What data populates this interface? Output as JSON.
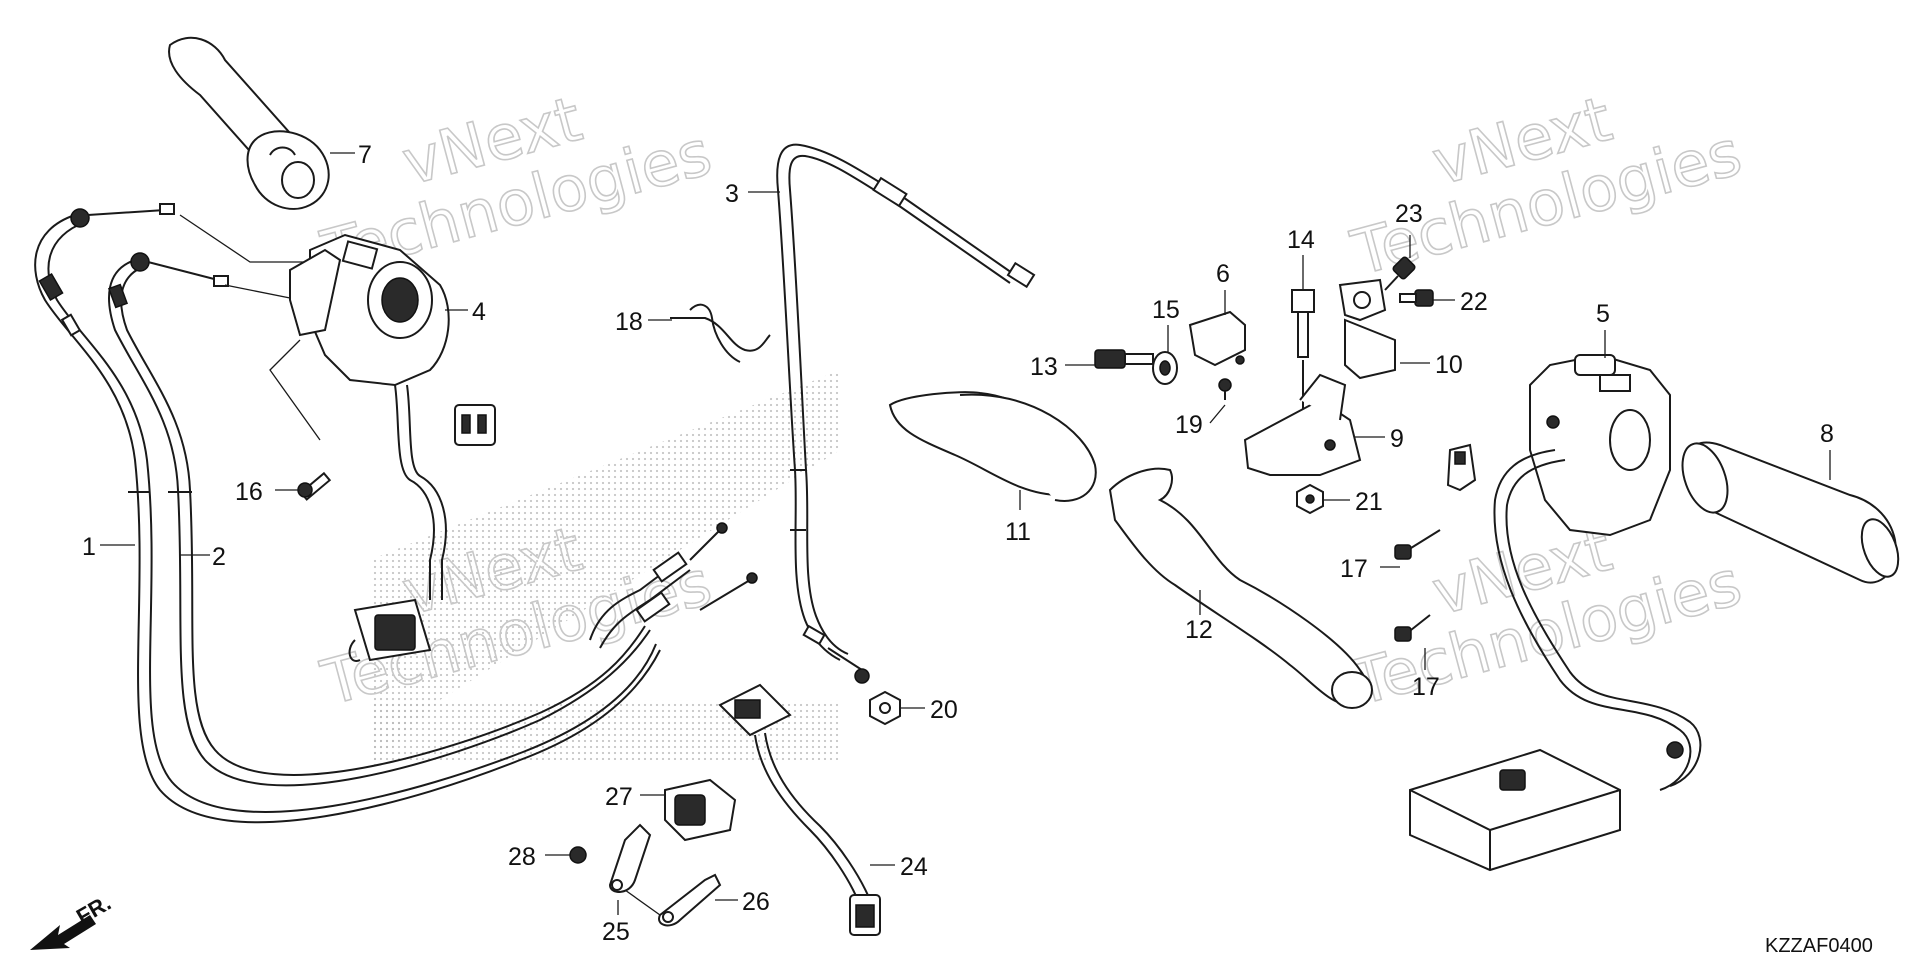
{
  "diagram_code": "KZZAF0400",
  "direction_label": "FR.",
  "watermark": {
    "line1": "vNext",
    "line2": "Technologies"
  },
  "callouts": [
    "1",
    "2",
    "3",
    "4",
    "5",
    "6",
    "7",
    "8",
    "9",
    "10",
    "11",
    "12",
    "13",
    "14",
    "15",
    "16",
    "17",
    "18",
    "19",
    "20",
    "21",
    "22",
    "23",
    "24",
    "25",
    "26",
    "27",
    "28"
  ],
  "labels": {
    "p1": "1",
    "p2": "2",
    "p3": "3",
    "p4": "4",
    "p5": "5",
    "p6": "6",
    "p7": "7",
    "p8": "8",
    "p9": "9",
    "p10": "10",
    "p11": "11",
    "p12": "12",
    "p13": "13",
    "p14": "14",
    "p15": "15",
    "p16": "16",
    "p17a": "17",
    "p17b": "17",
    "p18": "18",
    "p19": "19",
    "p20": "20",
    "p21": "21",
    "p22": "22",
    "p23": "23",
    "p24": "24",
    "p25": "25",
    "p26": "26",
    "p27": "27",
    "p28": "28"
  },
  "colors": {
    "line": "#1a1a1a",
    "watermark": "#c8c8c8",
    "background": "#ffffff"
  }
}
